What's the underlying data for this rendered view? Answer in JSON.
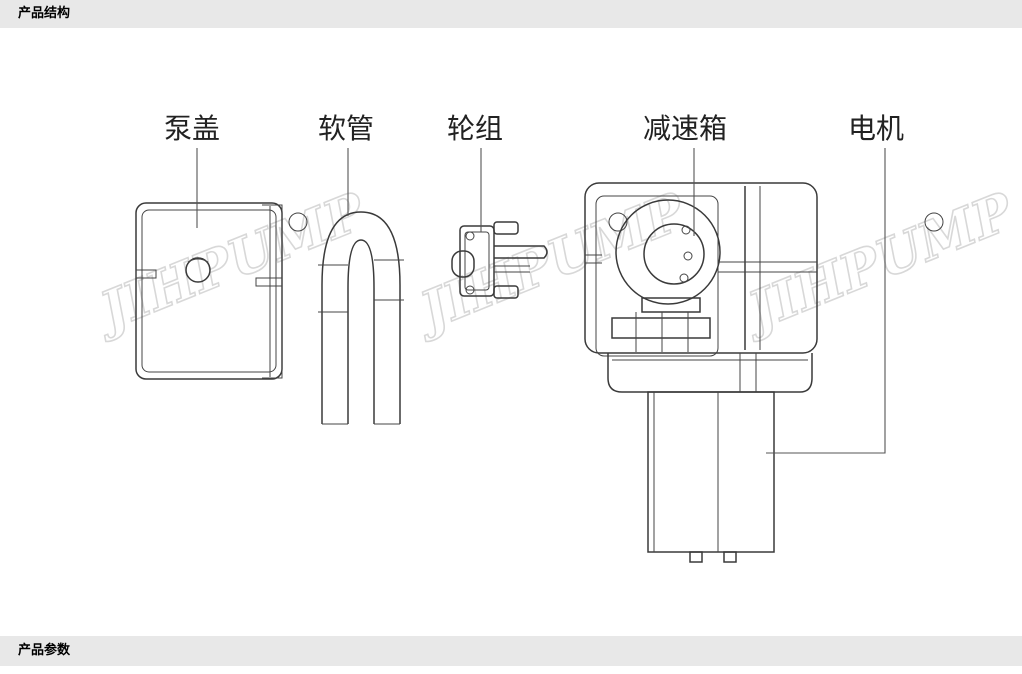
{
  "sections": {
    "structure_title": "产品结构",
    "params_title": "产品参数"
  },
  "labels": {
    "pump_cover": "泵盖",
    "hose": "软管",
    "roller_set": "轮组",
    "gearbox": "减速箱",
    "motor": "电机"
  },
  "watermark": "JIHPUMP",
  "registered_mark": "®"
}
